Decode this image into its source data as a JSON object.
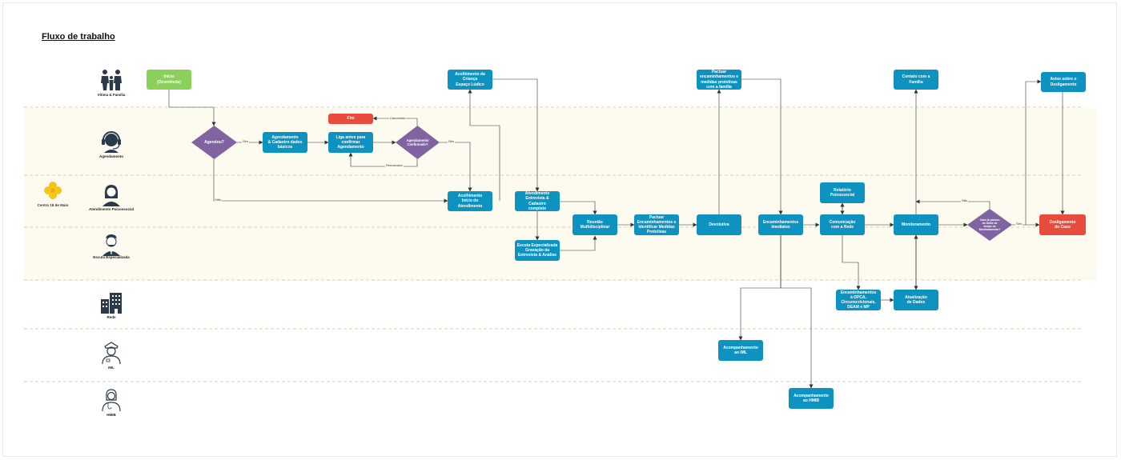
{
  "title": "Fluxo de trabalho",
  "organization": "Centro 18 de Maio",
  "colors": {
    "process": "#0e93c0",
    "start": "#8cd05c",
    "end": "#e74c3c",
    "decision": "#8064a2",
    "lane_band": "#fdfbf0"
  },
  "lanes": [
    {
      "id": "vitima",
      "label": "Vítima & Família",
      "icon": "family-icon"
    },
    {
      "id": "agendamento",
      "label": "Agendamento",
      "icon": "headset-operator-icon"
    },
    {
      "id": "atendimento",
      "label": "Atendimento Psicossocial",
      "icon": "woman-avatar-icon"
    },
    {
      "id": "escuta",
      "label": "Escuta Especializada",
      "icon": "man-avatar-icon"
    },
    {
      "id": "rede",
      "label": "Rede",
      "icon": "buildings-icon"
    },
    {
      "id": "iml",
      "label": "IML",
      "icon": "police-officer-icon"
    },
    {
      "id": "hmib",
      "label": "HMIB",
      "icon": "doctor-icon"
    }
  ],
  "nodes": {
    "inicio": "Início\n(Ocorrência)",
    "agendou": "Agendou?",
    "agendamento_cadastro": "Agendamento\n& Cadastro dados\nbásicos",
    "liga_antes": "Liga antes para\nconfirmar\nAgendamento",
    "agendamento_confirmado": "Agendamento\nConfirmado?",
    "fim": "Fim",
    "acolhimento_crianca": "Acolhimento da\nCriança\nEspaço Lúdico",
    "acolhimento": "Acolhimento\nInício do Atendimento",
    "atendimento": "Atendimento\nEntrevista & Cadastro\ncompleto",
    "escuta": "Escuta Especializada\nGravação da\nEntrevista & Análise",
    "reuniao": "Reunião\nMultidisciplinar",
    "pactuar_identificar": "Pactuar\nEncaminhamentos e\nIdentificar Medidas\nProtetivas",
    "pactuar_familia": "Pactuar\nencaminhamentos e\nmedidas protetivas\ncom a família",
    "devolutiva": "Devolutiva",
    "encaminhamentos_imediatos": "Encaminhamentos\nImediatos",
    "relatorio": "Relatório\nPsicossocial",
    "comunicacao": "Comunicação\ncom a Rede",
    "encaminhamentos_dpca": "Encaminhamentos\nà DPCA,\nCircunscricionais,\nDEAM e MP",
    "atualizacao": "Atualização\nde Dados",
    "acompanhamento_iml": "Acompanhamento\nao IML",
    "acompanhamento_hmib": "Acompanhamento\nao HMIB",
    "contato_familia": "Contato com a\nFamília",
    "monitoramento": "Monitoramento",
    "caso_passou": "Caso já passou\ndo limite de\ntempo de\nMonitoramento?",
    "aviso_desligamento": "Aviso sobre o\nDesligamento",
    "desligamento": "Desligamento\ndo Caso"
  },
  "edge_labels": {
    "sim_agendou": "Sim",
    "nao_agendou": "Não",
    "cancelado": "Cancelado",
    "remarcado": "Remarcado",
    "sim_confirmado": "Sim",
    "nao_monitor": "Não",
    "sim_monitor": "Sim"
  }
}
